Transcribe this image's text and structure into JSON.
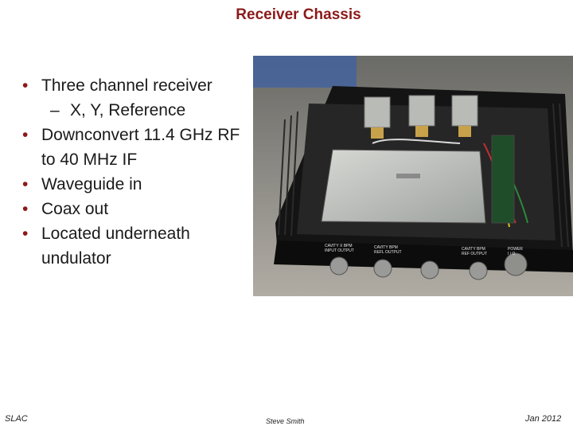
{
  "title": "Receiver Chassis",
  "bullets": [
    {
      "text": "Three channel receiver",
      "sub": [
        "X, Y, Reference"
      ]
    },
    {
      "text": "Downconvert 11.4 GHz RF to 40 MHz IF"
    },
    {
      "text": "Waveguide in"
    },
    {
      "text": "Coax out"
    },
    {
      "text": "Located underneath undulator"
    }
  ],
  "photo": {
    "labels": [
      "CAVITY X BPM",
      "CAVITY BPM",
      "CAVITY BPM",
      "POWER"
    ],
    "label_sub": [
      "INPUT OUTPUT",
      "REFL OUTPUT",
      "REF OUTPUT",
      "I / O"
    ]
  },
  "footer": {
    "left": "SLAC",
    "center": "Steve Smith",
    "right": "Jan 2012"
  }
}
